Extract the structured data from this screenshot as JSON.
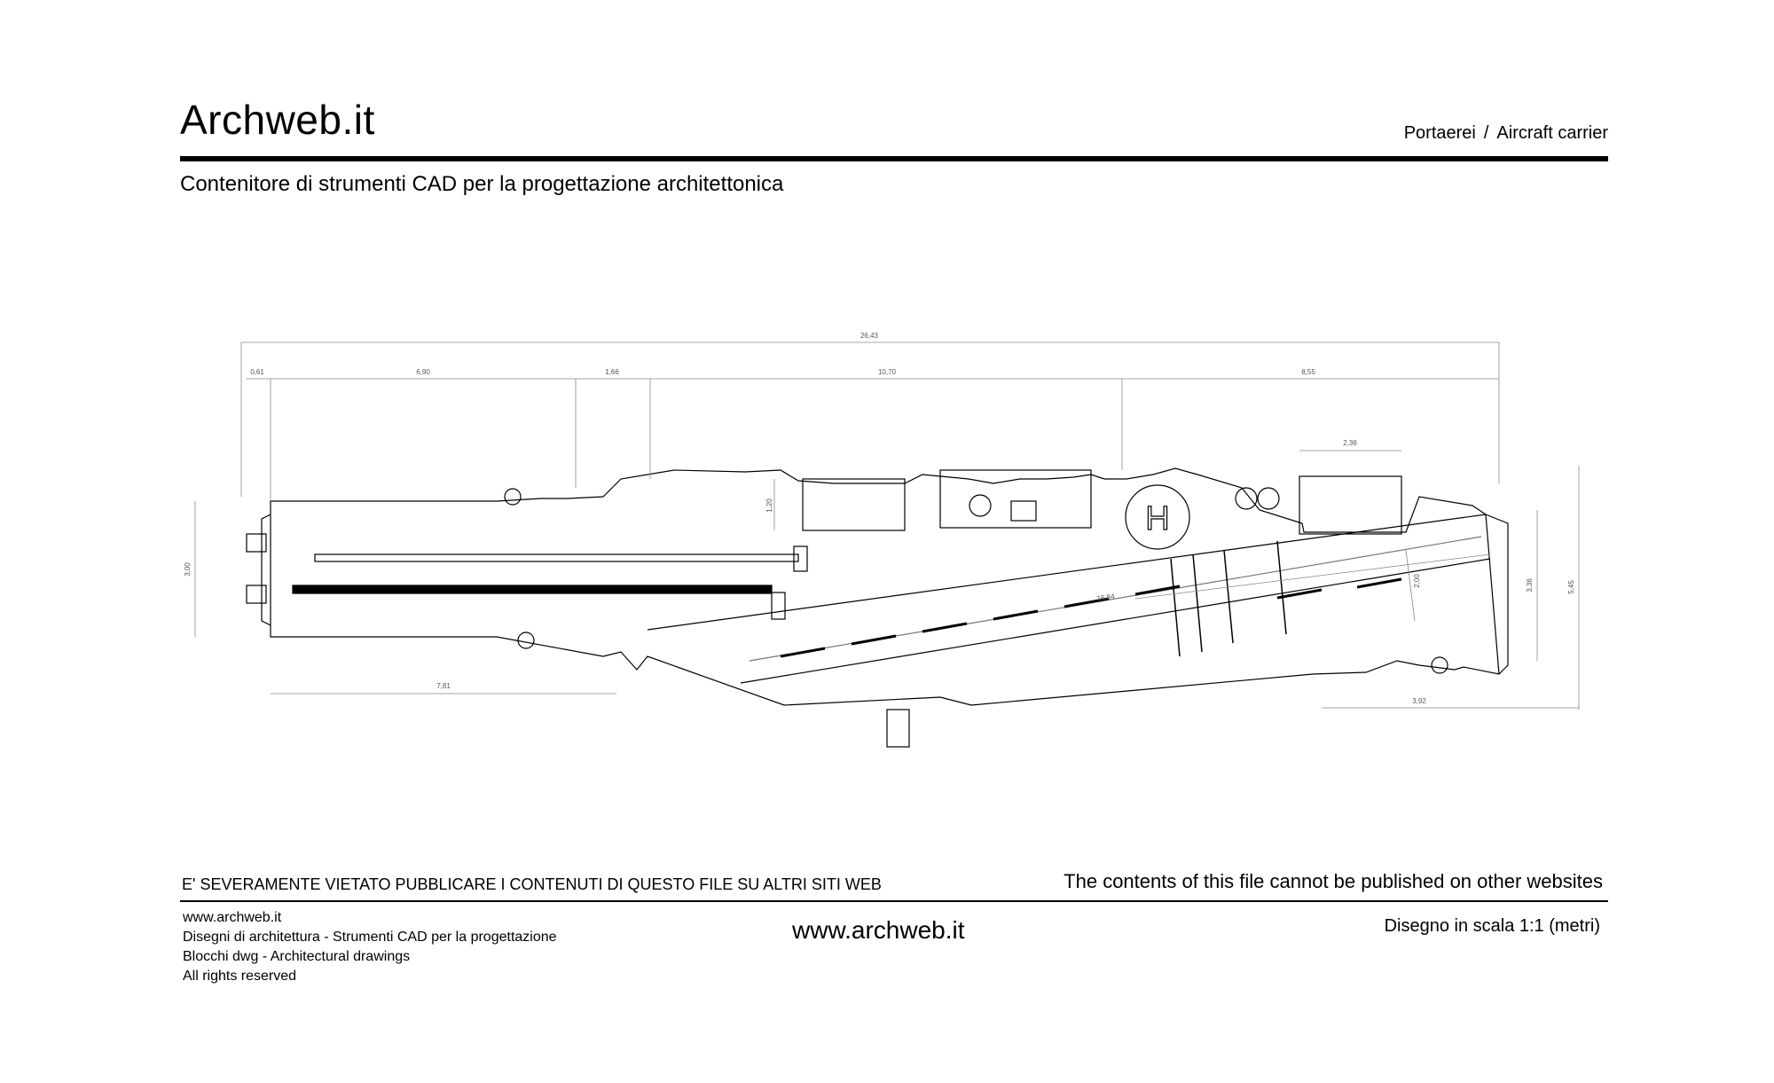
{
  "header": {
    "brand": "Archweb.it",
    "breadcrumb_it": "Portaerei",
    "breadcrumb_sep": "/",
    "breadcrumb_en": "Aircraft carrier",
    "subtitle": "Contenitore di strumenti CAD per la progettazione architettonica"
  },
  "drawing": {
    "helipad_letter": "H",
    "dimensions": {
      "overall_length": "26,43",
      "seg_1": "0,61",
      "seg_2": "6,90",
      "seg_3": "1,66",
      "seg_4": "10,70",
      "seg_5": "8,55",
      "elevator_width": "2,36",
      "island_depth": "1,20",
      "bow_width": "3,00",
      "runway_length": "16,84",
      "runway_width": "2,00",
      "stern_width": "3,36",
      "overall_width": "5,45",
      "bow_bottom": "7,81",
      "stern_bottom": "3,92"
    }
  },
  "footer": {
    "warning_it": "E' SEVERAMENTE VIETATO PUBBLICARE I CONTENUTI DI QUESTO FILE SU ALTRI SITI WEB",
    "warning_en": "The contents of this file cannot be published on other websites",
    "info_lines": [
      "www.archweb.it",
      "Disegni di architettura - Strumenti CAD  per la progettazione",
      "Blocchi dwg - Architectural drawings",
      "All rights reserved"
    ],
    "site": "www.archweb.it",
    "scale": "Disegno in scala 1:1 (metri)"
  }
}
